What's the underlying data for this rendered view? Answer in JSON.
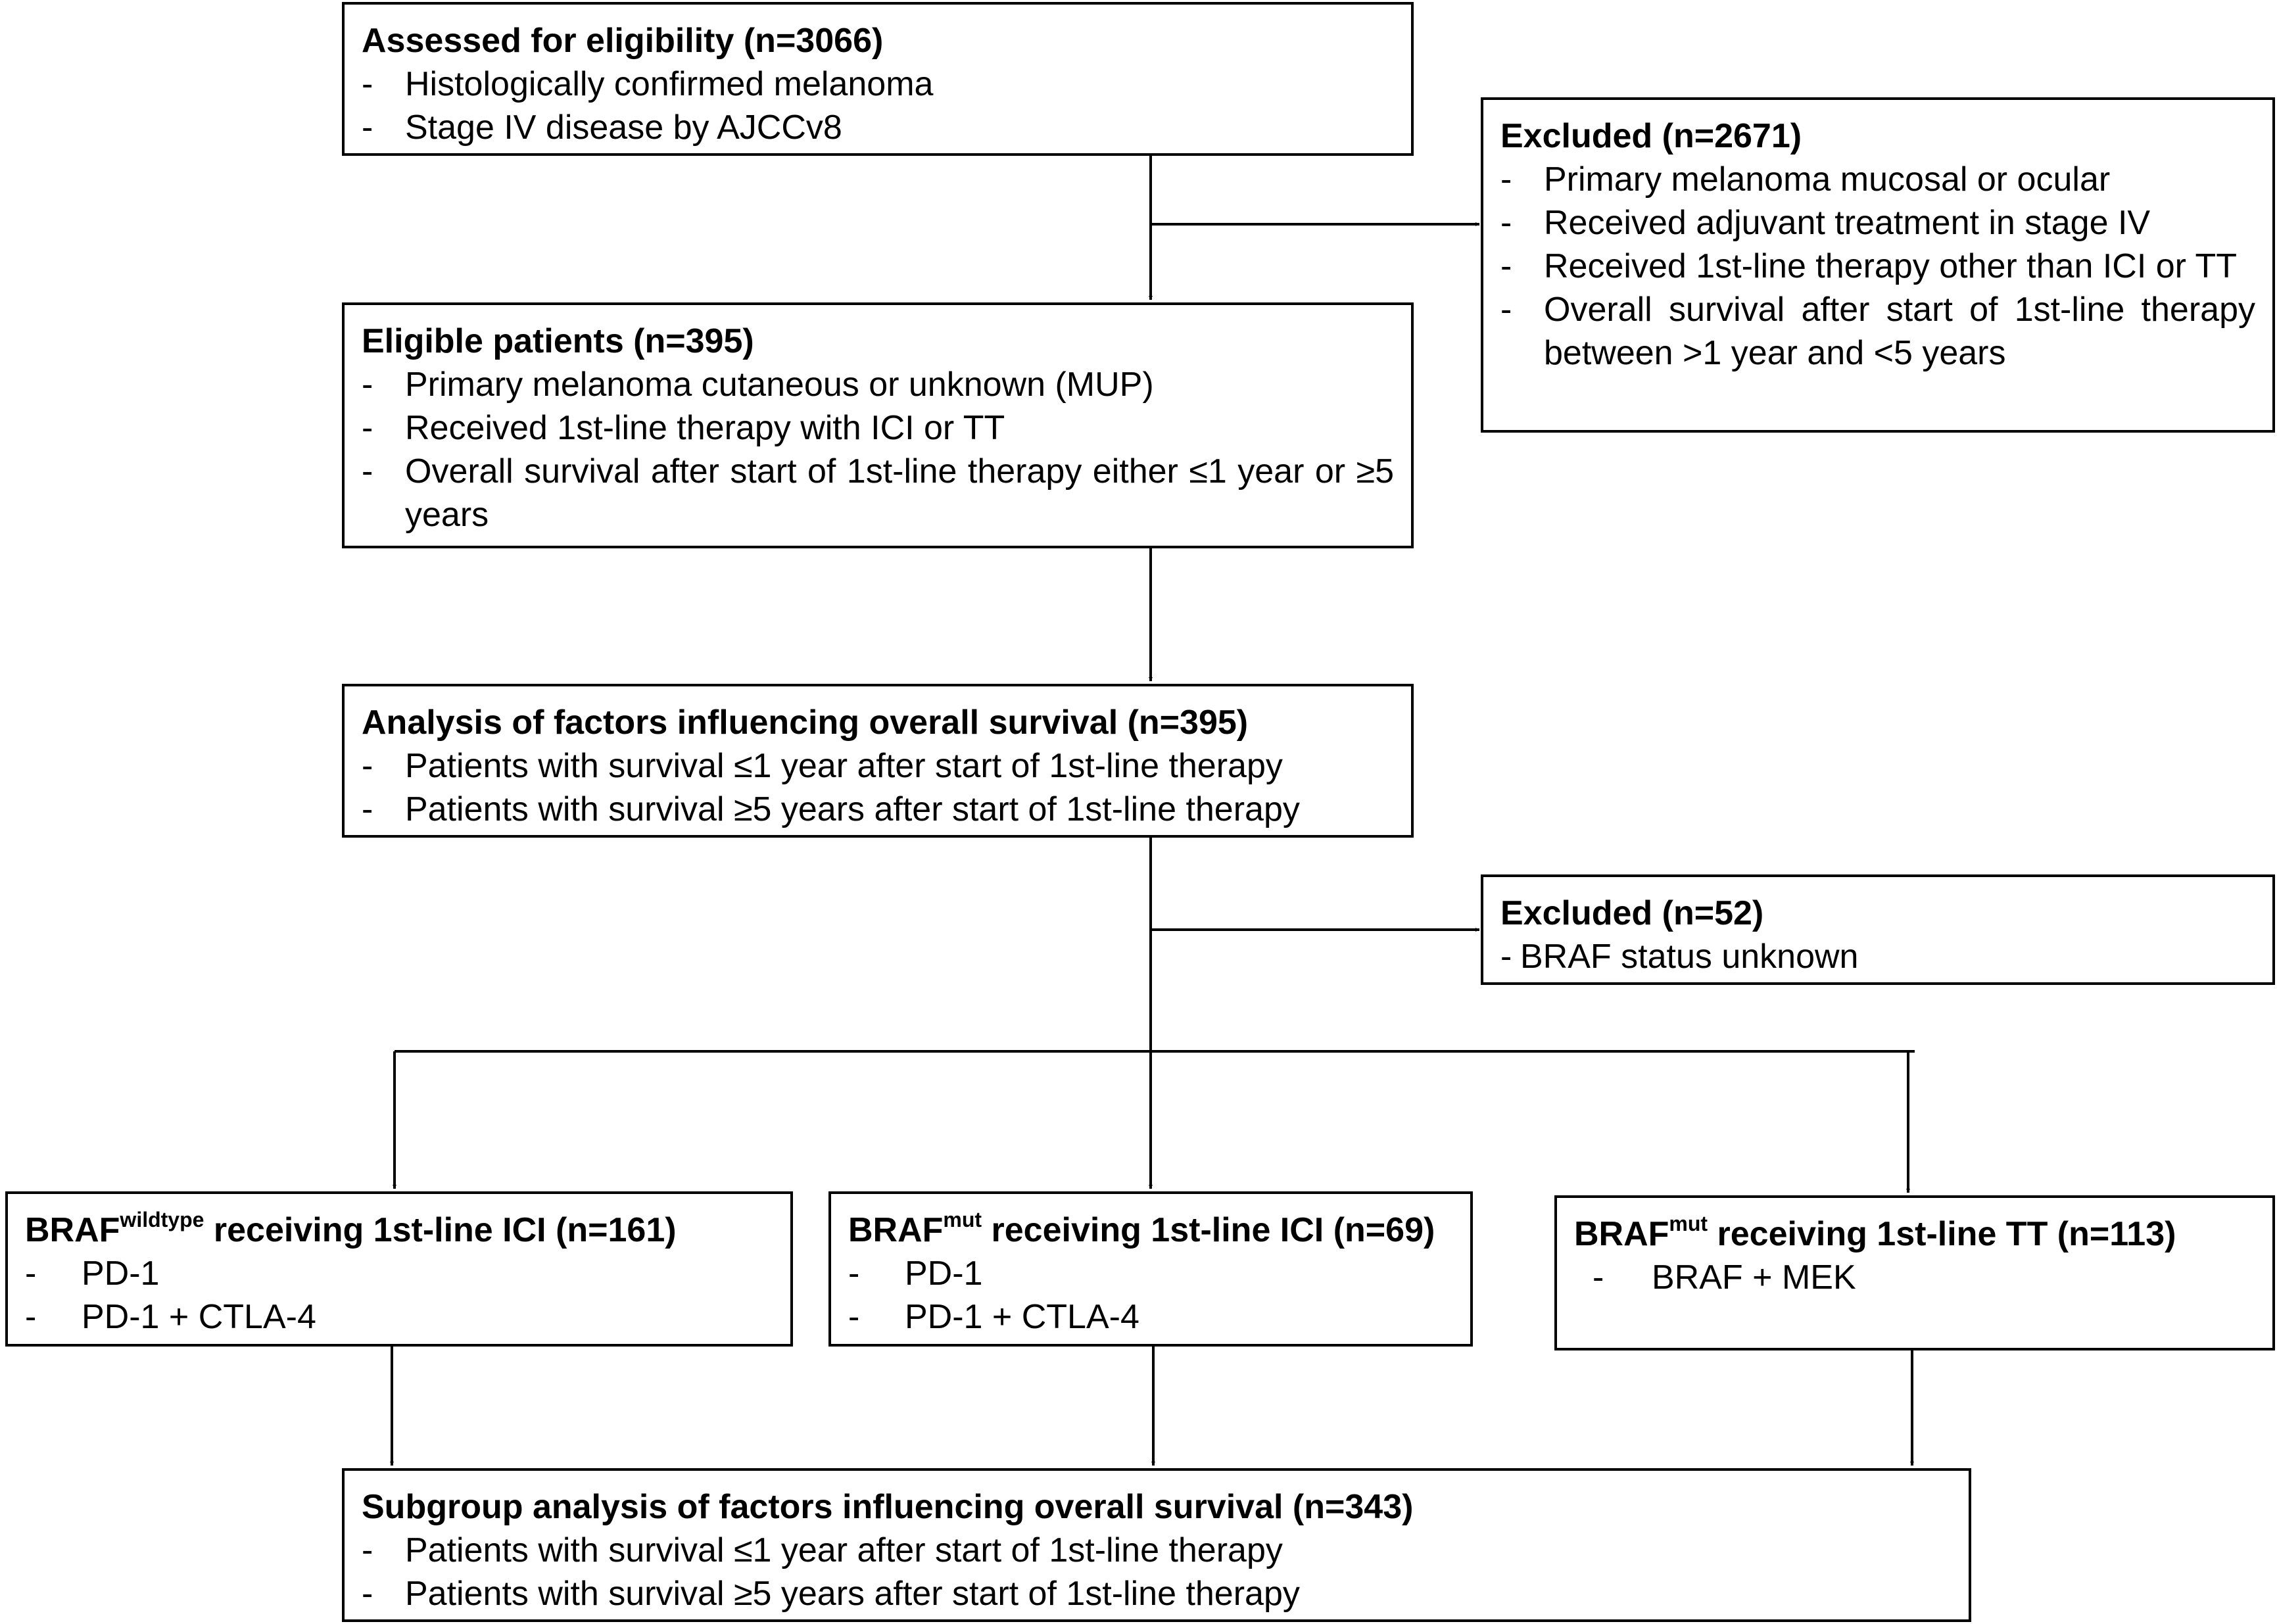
{
  "assessed": {
    "title": "Assessed for eligibility (n=3066)",
    "items": [
      "Histologically confirmed melanoma",
      "Stage IV disease by AJCCv8"
    ]
  },
  "excluded_first": {
    "title": "Excluded (n=2671)",
    "items": [
      "Primary melanoma mucosal or ocular",
      "Received adjuvant treatment in stage IV",
      "Received 1st-line therapy other than ICI or TT",
      "Overall survival after start of 1st-line therapy between >1 year and <5 years"
    ]
  },
  "eligible": {
    "title": "Eligible patients (n=395)",
    "items": [
      "Primary melanoma cutaneous or unknown (MUP)",
      "Received 1st-line therapy with ICI or TT",
      "Overall survival after start of 1st-line therapy either ≤1 year or ≥5 years"
    ]
  },
  "analysis": {
    "title": "Analysis of factors influencing overall survival (n=395)",
    "items": [
      "Patients with survival ≤1 year after start of 1st-line therapy",
      "Patients with survival ≥5 years after start of 1st-line therapy"
    ]
  },
  "excluded_second": {
    "title": "Excluded (n=52)",
    "items": [
      "BRAF status unknown"
    ]
  },
  "braf_wt_ici": {
    "title_pre": "BRAF",
    "title_sup": "wildtype",
    "title_post": " receiving 1st-line ICI (n=161)",
    "items": [
      "PD-1",
      "PD-1 + CTLA-4"
    ]
  },
  "braf_mut_ici": {
    "title_pre": "BRAF",
    "title_sup": "mut",
    "title_post": " receiving 1st-line ICI (n=69)",
    "items": [
      "PD-1",
      "PD-1 + CTLA-4"
    ]
  },
  "braf_mut_tt": {
    "title_pre": "BRAF",
    "title_sup": "mut",
    "title_post": " receiving 1st-line TT (n=113)",
    "items": [
      "BRAF + MEK"
    ]
  },
  "subgroup": {
    "title": "Subgroup analysis of factors influencing overall survival (n=343)",
    "items": [
      "Patients with survival ≤1 year after start of 1st-line therapy",
      "Patients with survival ≥5 years after start of 1st-line therapy"
    ]
  },
  "dash": "-"
}
